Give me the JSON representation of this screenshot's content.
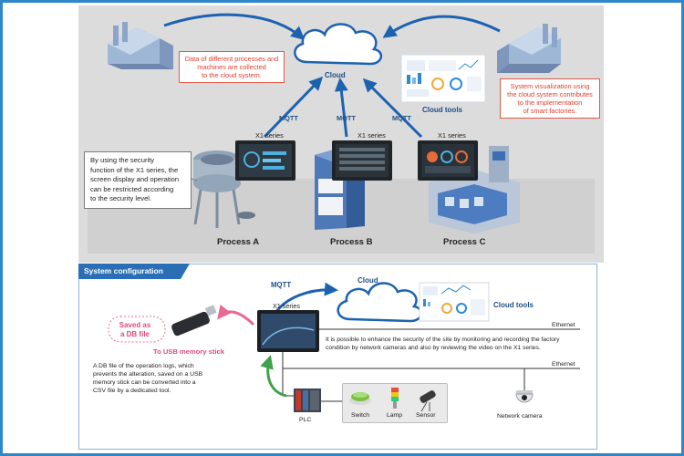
{
  "top": {
    "cloud_label": "Cloud",
    "cloud_tools_label": "Cloud tools",
    "callout_left": [
      "Data of different processes and",
      "machines are collected",
      "to the cloud system."
    ],
    "callout_right": [
      "System visualization using",
      "the cloud system contributes",
      "to the implementation",
      "of smart factories."
    ],
    "mqtt_labels": [
      "MQTT",
      "MQTT",
      "MQTT"
    ],
    "x1_labels": [
      "X1 series",
      "X1 series",
      "X1 series"
    ],
    "security_note": [
      "By using the security",
      "function of the X1 series, the",
      "screen display and operation",
      "can be restricted according",
      "to the security level."
    ],
    "processes": [
      "Process A",
      "Process B",
      "Process C"
    ]
  },
  "bottom": {
    "title": "System configuration",
    "mqtt_label": "MQTT",
    "cloud_label": "Cloud",
    "cloud_tools_label": "Cloud tools",
    "x1_label": "X1 series",
    "saved_label": [
      "Saved as",
      "a DB file"
    ],
    "usb_label": "To USB memory stick",
    "db_note": [
      "A DB file of the operation logs, which",
      "prevents the alteration, saved on a USB",
      "memory stick can be converted into a",
      "CSV file by a dedicated tool."
    ],
    "ethernet_labels": [
      "Ethernet",
      "Ethernet"
    ],
    "camera_note": [
      "It is possible to enhance the security of the site by monitoring and recording the factory",
      "condition by network cameras and also by reviewing the video on the X1 series."
    ],
    "plc_label": "PLC",
    "devices": [
      "Switch",
      "Lamp",
      "Sensor"
    ],
    "camera_label": "Network camera"
  },
  "colors": {
    "frame": "#2f86c8",
    "accent_blue": "#1d62b0",
    "callout_red": "#e0402e",
    "pink": "#e04a7a",
    "arrow_green": "#3fa24a"
  },
  "icons": [
    "factory-icon",
    "cloud-icon",
    "dashboard-icon",
    "hmi-screen-icon",
    "machine-icon",
    "usb-stick-icon",
    "plc-icon",
    "switch-icon",
    "lamp-icon",
    "sensor-icon",
    "camera-icon"
  ]
}
